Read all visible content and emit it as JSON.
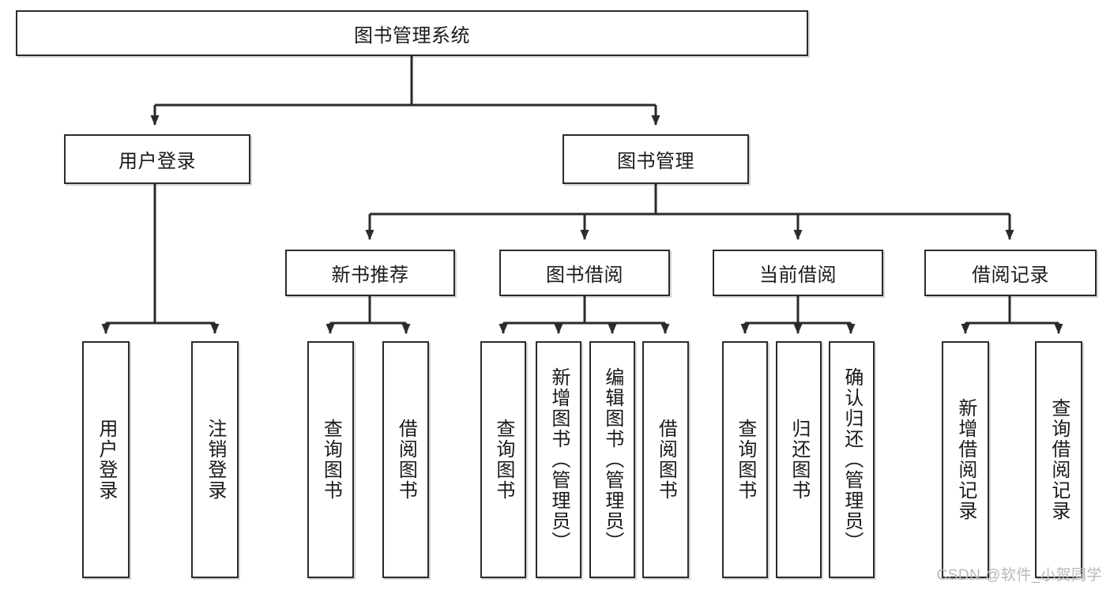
{
  "diagram": {
    "title": "图书管理系统",
    "type": "hierarchy-tree",
    "root": {
      "id": "root",
      "label": "图书管理系统",
      "level": 0
    },
    "level1": [
      {
        "id": "user-login",
        "label": "用户登录"
      },
      {
        "id": "book-management",
        "label": "图书管理"
      }
    ],
    "level2": [
      {
        "id": "new-book-recommend",
        "label": "新书推荐",
        "parent": "book-management"
      },
      {
        "id": "book-borrow",
        "label": "图书借阅",
        "parent": "book-management"
      },
      {
        "id": "current-borrow",
        "label": "当前借阅",
        "parent": "book-management"
      },
      {
        "id": "borrow-record",
        "label": "借阅记录",
        "parent": "book-management"
      }
    ],
    "leaves": [
      {
        "id": "leaf-user-login",
        "label": "用户登录",
        "parent": "user-login"
      },
      {
        "id": "leaf-logout-login",
        "label": "注销登录",
        "parent": "user-login"
      },
      {
        "id": "leaf-query-book-1",
        "label": "查询图书",
        "parent": "new-book-recommend"
      },
      {
        "id": "leaf-borrow-book-1",
        "label": "借阅图书",
        "parent": "new-book-recommend"
      },
      {
        "id": "leaf-query-book-2",
        "label": "查询图书",
        "parent": "book-borrow"
      },
      {
        "id": "leaf-add-book",
        "label": "新增图书（管理员）",
        "parent": "book-borrow"
      },
      {
        "id": "leaf-edit-book",
        "label": "编辑图书（管理员）",
        "parent": "book-borrow"
      },
      {
        "id": "leaf-borrow-book-2",
        "label": "借阅图书",
        "parent": "book-borrow"
      },
      {
        "id": "leaf-query-book-3",
        "label": "查询图书",
        "parent": "current-borrow"
      },
      {
        "id": "leaf-return-book",
        "label": "归还图书",
        "parent": "current-borrow"
      },
      {
        "id": "leaf-confirm-return",
        "label": "确认归还（管理员）",
        "parent": "current-borrow"
      },
      {
        "id": "leaf-add-record",
        "label": "新增借阅记录",
        "parent": "borrow-record"
      },
      {
        "id": "leaf-query-record",
        "label": "查询借阅记录",
        "parent": "borrow-record"
      }
    ],
    "colors": {
      "box_border": "#2b2b2b",
      "box_fill": "#ffffff",
      "edge": "#2b2b2b",
      "text": "#1a1a1a",
      "watermark": "#b9b9b9",
      "background": "#ffffff"
    }
  },
  "watermark": {
    "text": "CSDN @软件_小贺同学"
  }
}
